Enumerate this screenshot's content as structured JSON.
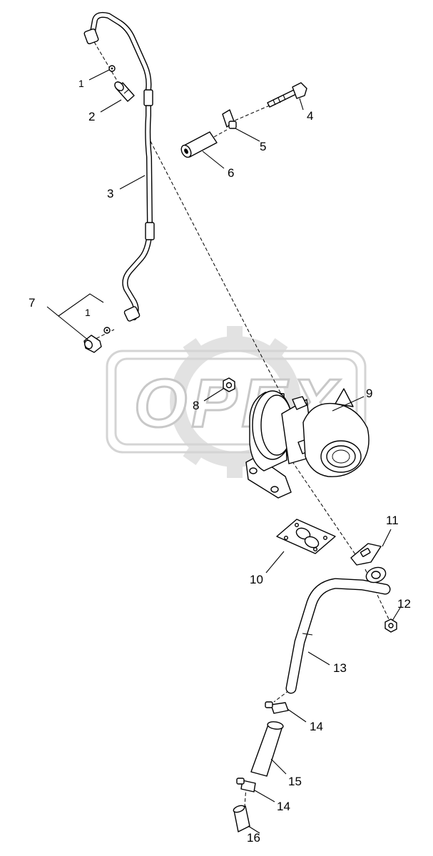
{
  "watermark": {
    "text": "OPEX"
  },
  "callouts": {
    "c1a": "1",
    "c1b": "1",
    "c2": "2",
    "c3": "3",
    "c4": "4",
    "c5": "5",
    "c6": "6",
    "c7": "7",
    "c8": "8",
    "c9": "9",
    "c10": "10",
    "c11": "11",
    "c12": "12",
    "c13": "13",
    "c14a": "14",
    "c15": "15",
    "c14b": "14",
    "c16": "16"
  }
}
